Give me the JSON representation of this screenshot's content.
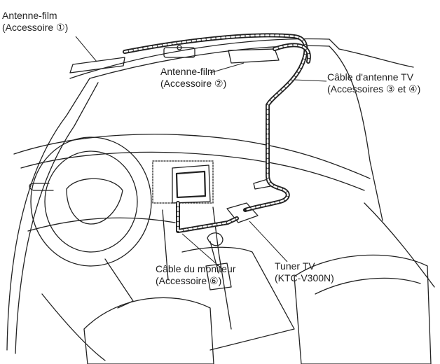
{
  "labels": {
    "film_antenna_1": {
      "name": "Antenne-film",
      "note": "(Accessoire ①)"
    },
    "film_antenna_2": {
      "name": "Antenne-film",
      "note": "(Accessoire ②)"
    },
    "tv_antenna_cable": {
      "name": "Câble d'antenne TV",
      "note": "(Accessoires ③ et ④)"
    },
    "monitor_cable": {
      "name": "Câble du moniteur",
      "note": "(Accessoire ⑥)"
    },
    "tv_tuner": {
      "name": "Tuner TV",
      "note": "(KTC-V300N)"
    }
  },
  "colors": {
    "line": "#222222",
    "cable": "#222222",
    "background": "#ffffff"
  }
}
